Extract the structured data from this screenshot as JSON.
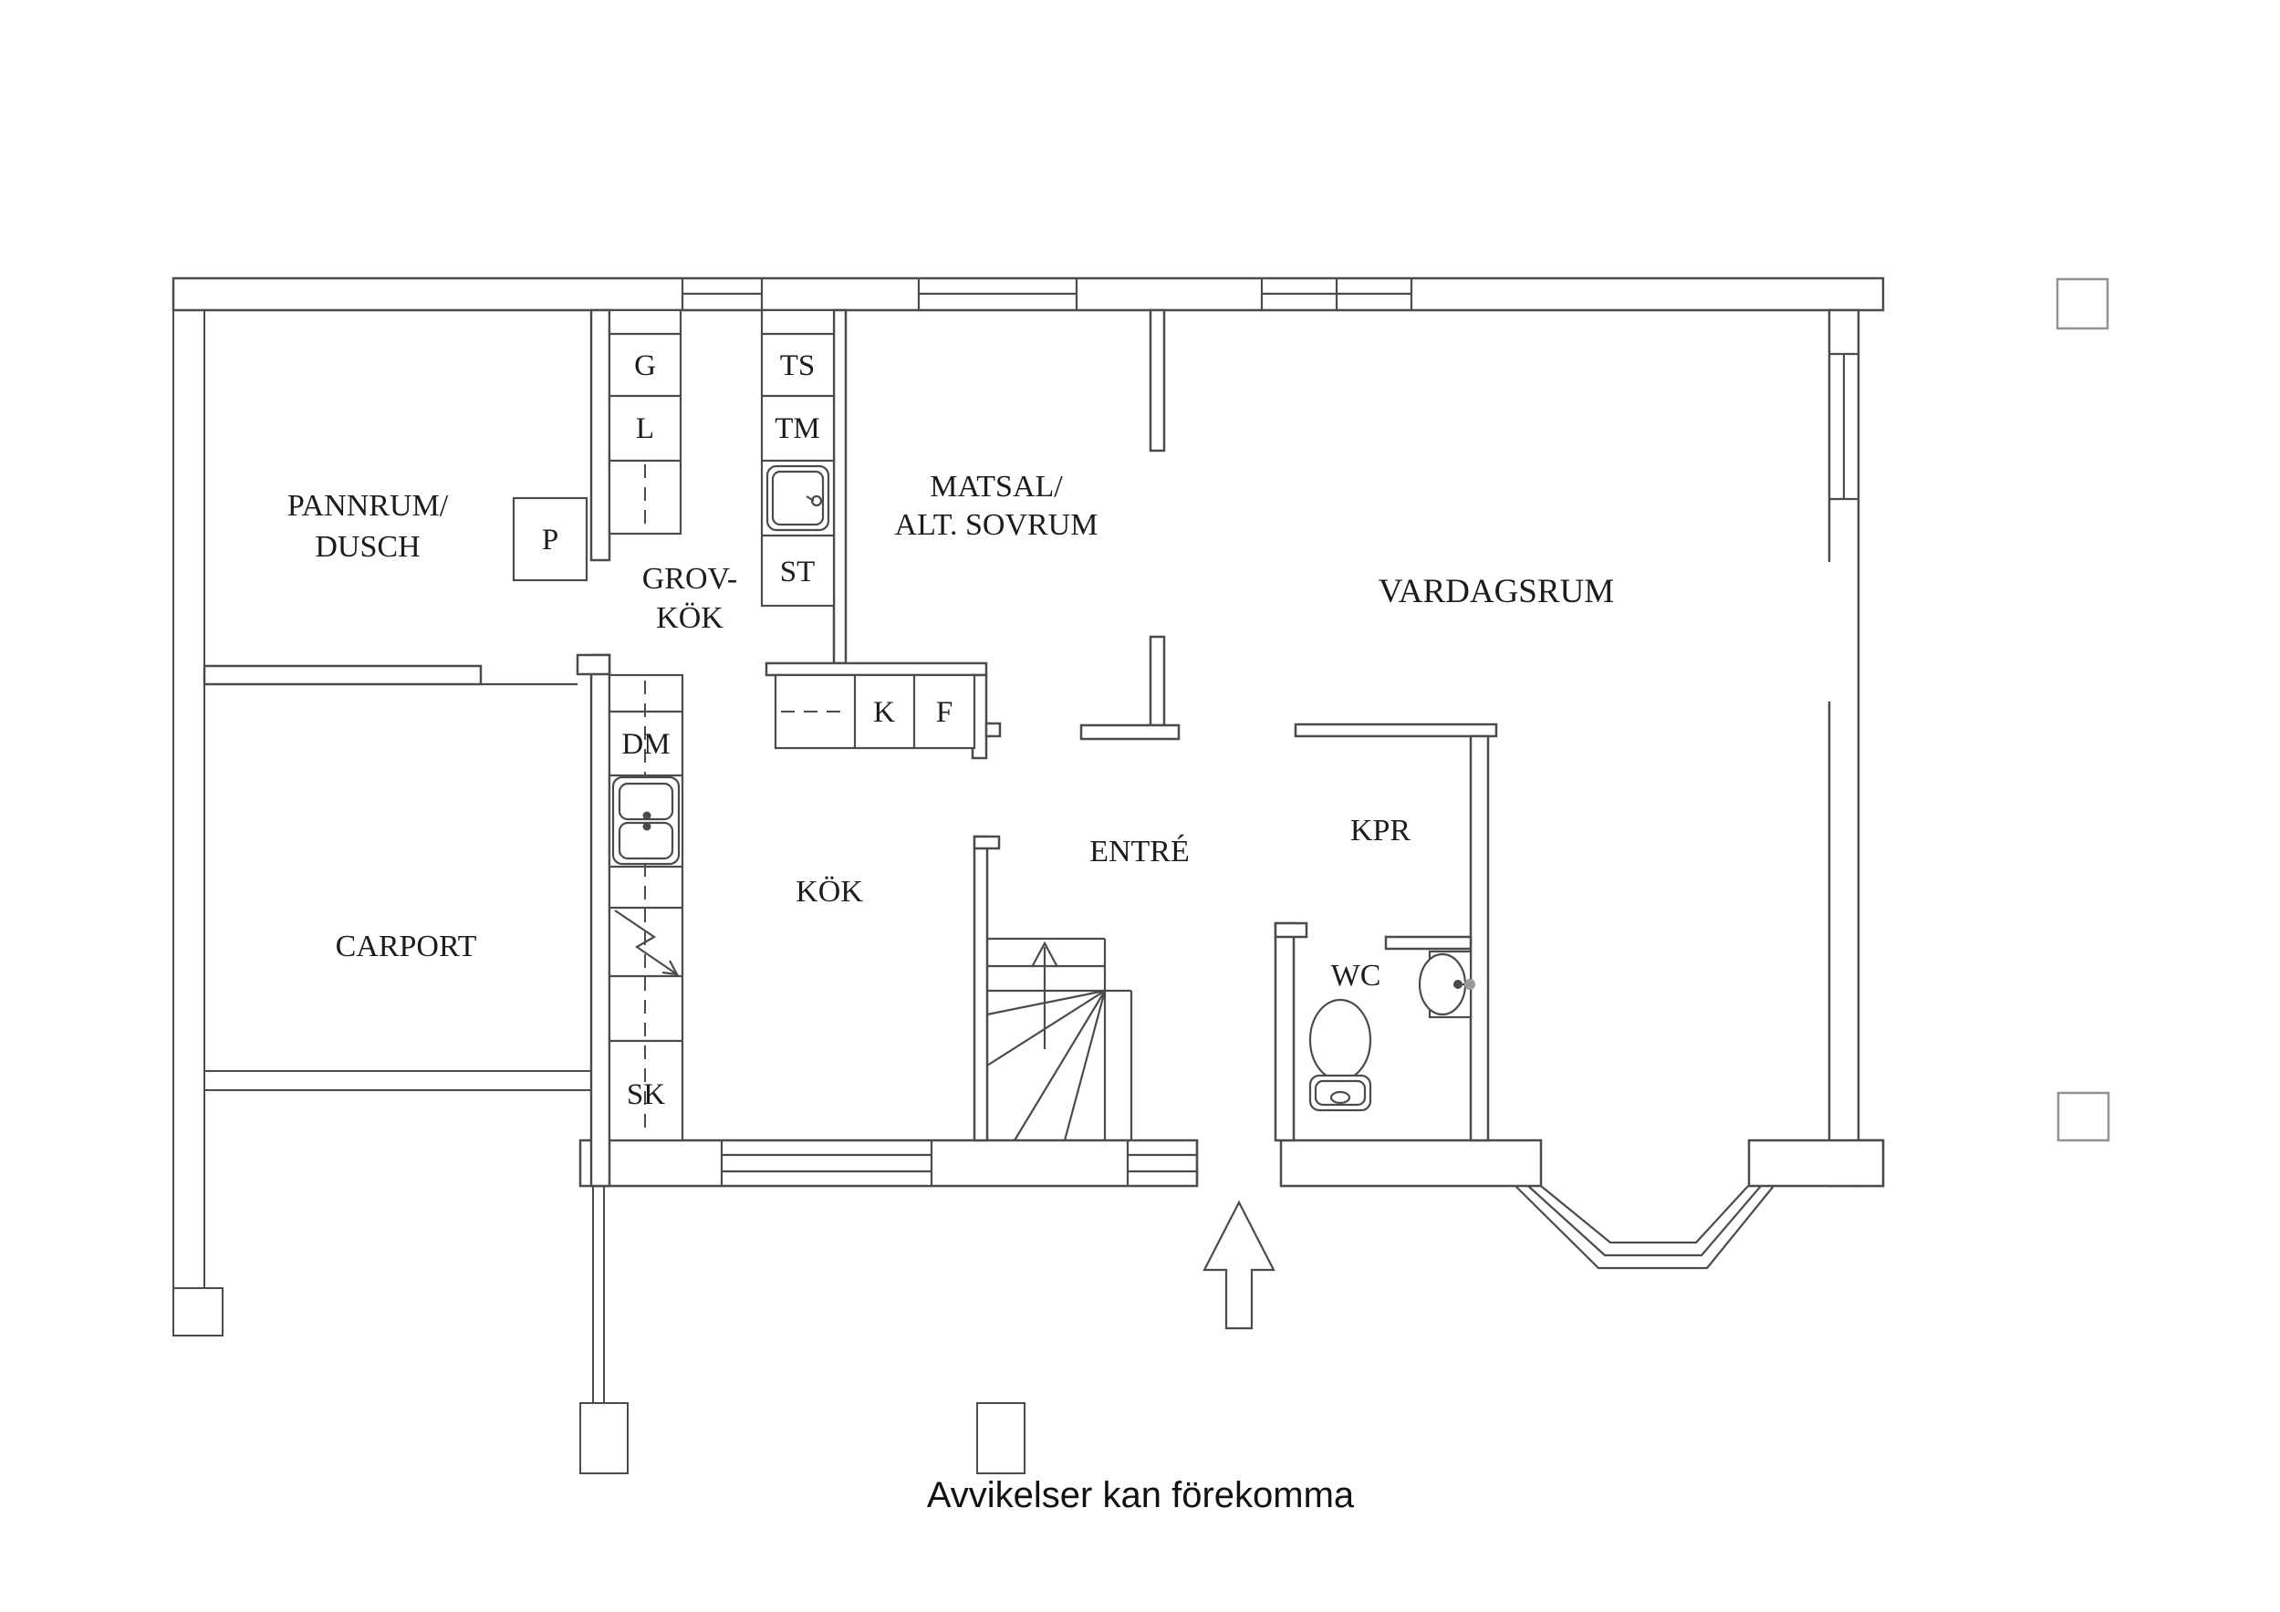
{
  "drawing": {
    "type": "floor-plan",
    "footer_note": "Avvikelser kan förekomma",
    "colors": {
      "background": "#ffffff",
      "wall_line": "#4b4b4b",
      "text": "#1c1c1c",
      "pillar_line": "#929292"
    },
    "labels": {
      "pannrum_line1": "PANNRUM/",
      "pannrum_line2": "DUSCH",
      "grovkok_line1": "GROV-",
      "grovkok_line2": "KÖK",
      "matsal_line1": "MATSAL/",
      "matsal_line2": "ALT. SOVRUM",
      "vardagsrum": "VARDAGSRUM",
      "carport": "CARPORT",
      "kok": "KÖK",
      "entre": "ENTRÉ",
      "kpr": "KPR",
      "wc": "WC",
      "g": "G",
      "l": "L",
      "p": "P",
      "ts": "TS",
      "tm": "TM",
      "st": "ST",
      "dm": "DM",
      "sk": "SK",
      "k": "K",
      "f": "F",
      "footer": "Avvikelser kan förekomma"
    },
    "icons": [
      "kitchen-sink-icon",
      "laundry-sink-icon",
      "stove-icon",
      "toilet-icon",
      "washbasin-icon",
      "stairs-up-arrow-icon",
      "entrance-arrow-icon",
      "bay-window-icon"
    ]
  }
}
